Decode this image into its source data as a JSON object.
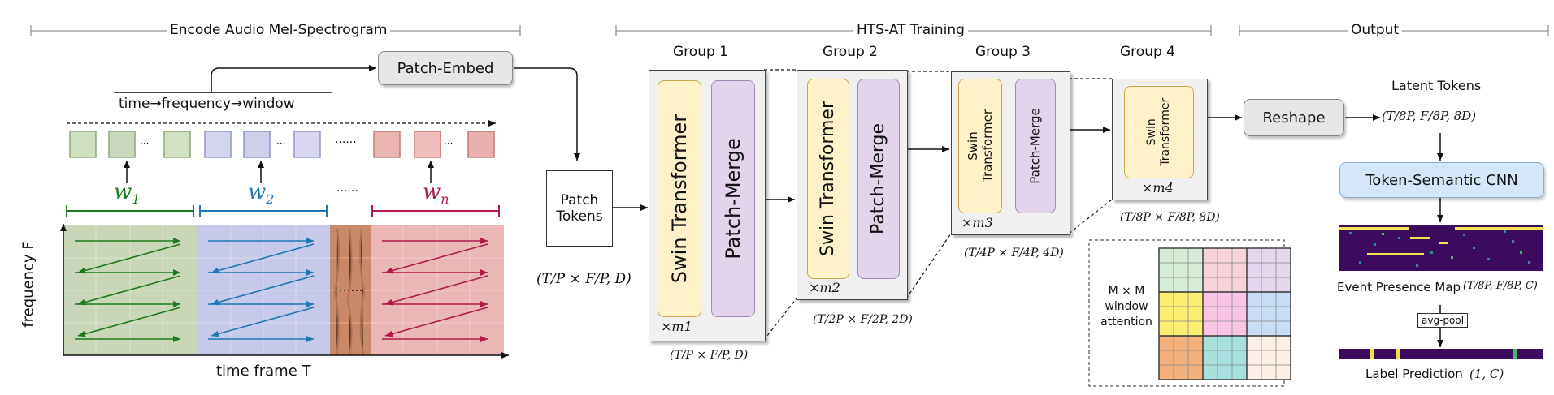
{
  "sections": {
    "encode": "Encode Audio Mel-Spectrogram",
    "training": "HTS-AT Training",
    "output": "Output"
  },
  "encode": {
    "patch_embed": "Patch-Embed",
    "order_label": "time→frequency→window",
    "w1": "w1",
    "w2": "w2",
    "wn": "wn",
    "ellipsis_small": "···",
    "ellipsis_large": "······",
    "freq_axis": "frequency F",
    "time_axis": "time frame T",
    "patch_tokens": "Patch\nTokens",
    "patch_tokens_shape": "(T/P × F/P, D)"
  },
  "training": {
    "groups": [
      {
        "label": "Group 1",
        "swin": "Swin Transformer",
        "merge": "Patch-Merge",
        "mult": "×m1",
        "shape": "(T/P × F/P, D)"
      },
      {
        "label": "Group 2",
        "swin": "Swin Transformer",
        "merge": "Patch-Merge",
        "mult": "×m2",
        "shape": "(T/2P × F/2P, 2D)"
      },
      {
        "label": "Group 3",
        "swin": "Swin\nTransformer",
        "merge": "Patch-Merge",
        "mult": "×m3",
        "shape": "(T/4P × F/4P, 4D)"
      },
      {
        "label": "Group 4",
        "swin": "Swin\nTransformer",
        "mult": "×m4",
        "shape": "(T/8P × F/8P, 8D)"
      }
    ],
    "window_attention": "M × M\nwindow\nattention"
  },
  "output": {
    "reshape": "Reshape",
    "latent_tokens": "Latent Tokens",
    "latent_shape": "(T/8P, F/8P, 8D)",
    "token_semantic_cnn": "Token-Semantic CNN",
    "event_presence_map": "Event Presence Map",
    "event_shape": "(T/8P, F/8P, C)",
    "avg_pool": "avg-pool",
    "label_prediction": "Label Prediction",
    "label_shape": "(1, C)"
  },
  "colors": {
    "green": "#1f7a1f",
    "blue": "#1f77b4",
    "crimson": "#b0194a",
    "swin_fill": "#fff2c9",
    "merge_fill": "#e3d4ec",
    "tsc_fill": "#d4e6f7",
    "map_bg": "#3b0b5e"
  }
}
